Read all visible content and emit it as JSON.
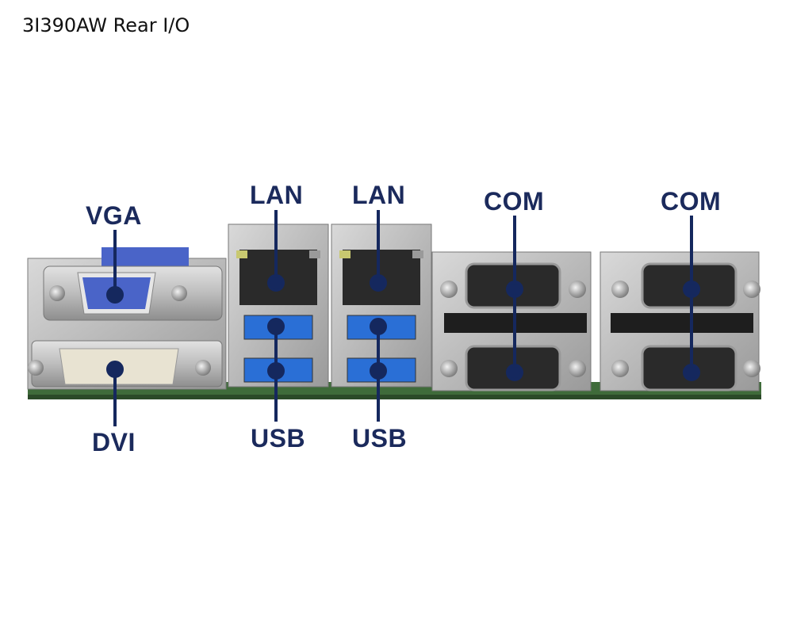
{
  "title": "3I390AW Rear I/O",
  "labels": {
    "vga": "VGA",
    "dvi": "DVI",
    "lan1": "LAN",
    "lan2": "LAN",
    "usb1": "USB",
    "usb2": "USB",
    "com1": "COM",
    "com2": "COM"
  },
  "colors": {
    "label": "#1b2a5c",
    "leader": "#15285e",
    "usb_blue": "#2a6fd6",
    "vga_blue": "#4a64c8",
    "pcb_green": "#3f6b3a"
  }
}
